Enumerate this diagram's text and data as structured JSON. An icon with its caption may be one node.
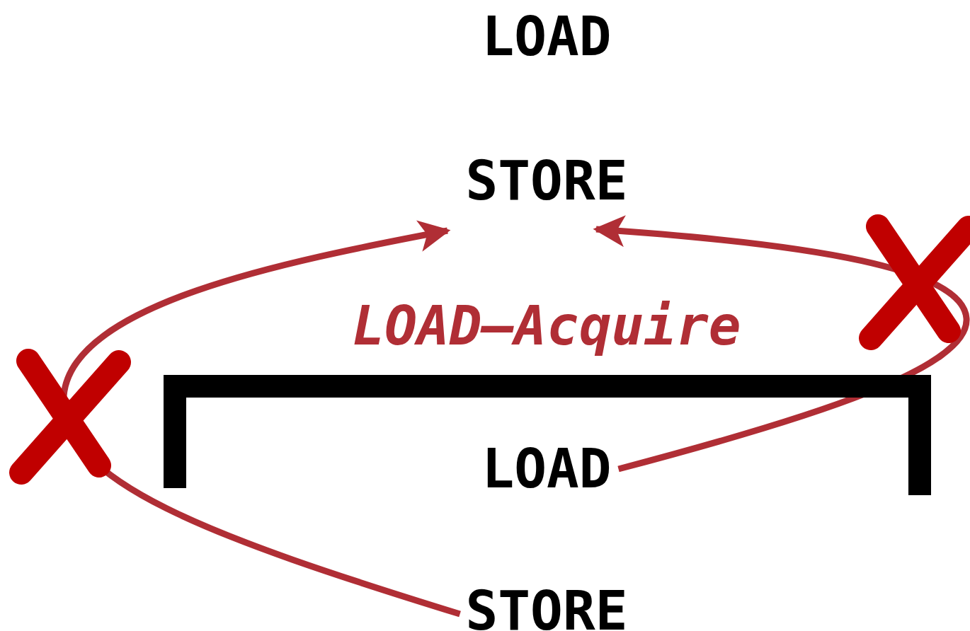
{
  "diagram": {
    "nodes": [
      {
        "text": [
          "LOAD"
        ]
      },
      {
        "text": [
          "STORE"
        ]
      },
      {
        "text": [
          "LOAD–Acquire"
        ]
      },
      {
        "text": [
          "LOAD"
        ],
        "in": 2
      },
      {
        "text": [
          "STORE"
        ]
      }
    ],
    "edges": [
      {
        "from": 3,
        "to": 1,
        "arrow": "to"
      },
      {
        "from": 4,
        "to": 1,
        "arrow": "to"
      }
    ]
  }
}
